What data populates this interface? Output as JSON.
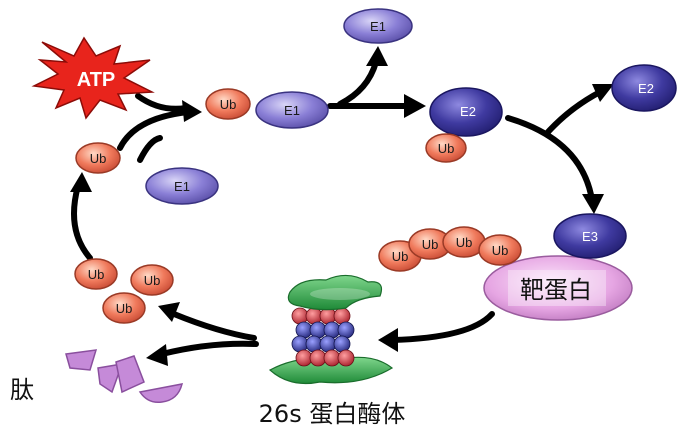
{
  "labels": {
    "atp": "ATP",
    "ub": "Ub",
    "e1": "E1",
    "e2": "E2",
    "e3": "E3",
    "target_protein": "靶蛋白",
    "proteasome": "26s  蛋白酶体",
    "peptide": "肽"
  },
  "colors": {
    "ub_fill": "#f07a5c",
    "e_fill": "#8a7fd6",
    "e_dark_fill": "#3f3aa0",
    "atp_fill": "#e8241c",
    "target_fill": "#e6a6e3",
    "proteasome_green": "#2fa84a",
    "proteasome_red": "#c0303a",
    "proteasome_blue": "#3438a8",
    "peptide_fill": "#c58ad8",
    "arrow": "#000000"
  }
}
